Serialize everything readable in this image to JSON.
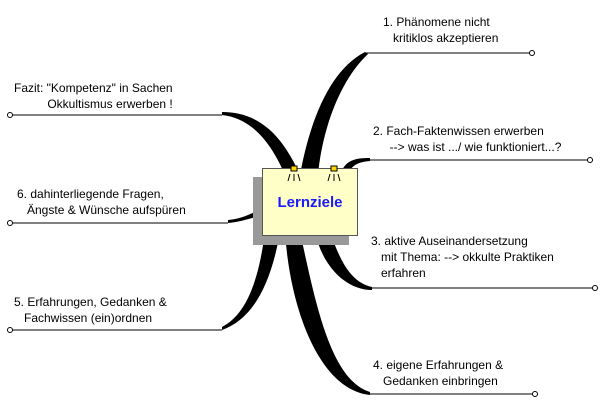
{
  "center": {
    "label": "Lernziele",
    "color": "#1a1aff"
  },
  "branches": {
    "b1": "1. Phänomene nicht\n   kritiklos akzeptieren",
    "b2": "2. Fach-Faktenwissen erwerben\n     --> was ist .../ wie funktioniert...?",
    "b3": "3. aktive Auseinandersetzung\n   mit Thema: --> okkulte Praktiken\n   erfahren",
    "b4": "4. eigene Erfahrungen &\n   Gedanken einbringen",
    "b5": "5. Erfahrungen, Gedanken &\n   Fachwissen (ein)ordnen",
    "b6": "6. dahinterliegende Fragen,\n   Ängste & Wünsche aufspüren",
    "fazit": "Fazit: \"Kompetenz\" in Sachen\n          Okkultismus erwerben !"
  }
}
